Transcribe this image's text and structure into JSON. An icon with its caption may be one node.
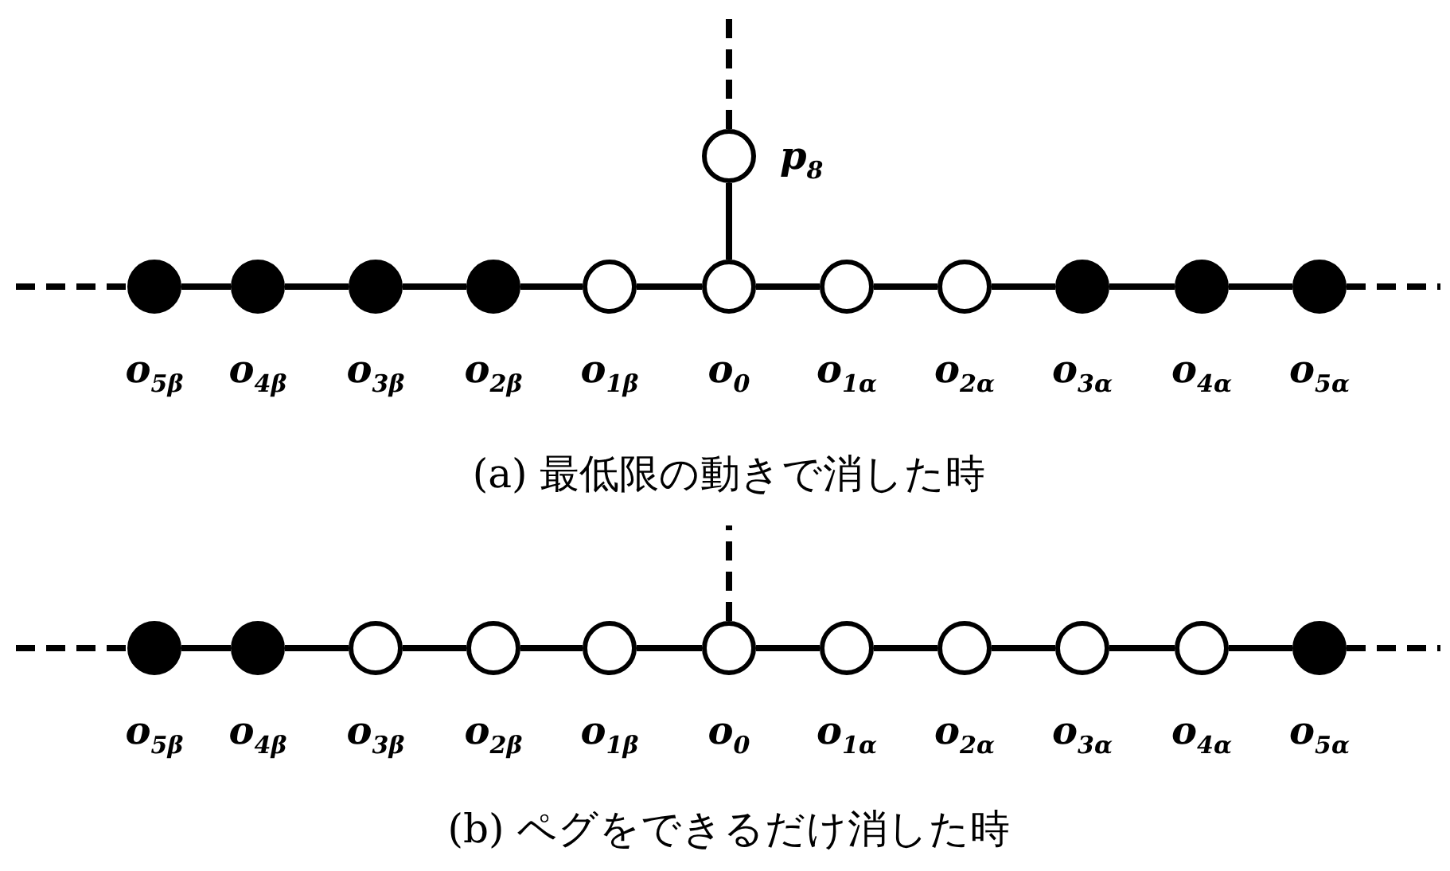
{
  "diagram": {
    "nodes": [
      {
        "text": [],
        "shape": "circle",
        "beside": [
          "p$_{8}$"
        ]
      },
      {
        "text": [],
        "shape": "circle",
        "beside": [
          "o$_{5β}$"
        ]
      },
      {
        "text": [],
        "shape": "circle",
        "beside": [
          "o$_{4β}$"
        ]
      },
      {
        "text": [],
        "shape": "circle",
        "beside": [
          "o$_{3β}$"
        ]
      },
      {
        "text": [],
        "shape": "circle",
        "beside": [
          "o$_{2β}$"
        ]
      },
      {
        "text": [],
        "shape": "circle",
        "beside": [
          "o$_{1β}$"
        ]
      },
      {
        "text": [],
        "shape": "circle",
        "beside": [
          "o$_{0}$"
        ]
      },
      {
        "text": [],
        "shape": "circle",
        "beside": [
          "o$_{1α}$"
        ]
      },
      {
        "text": [],
        "shape": "circle",
        "beside": [
          "o$_{2α}$"
        ]
      },
      {
        "text": [],
        "shape": "circle",
        "beside": [
          "o$_{3α}$"
        ]
      },
      {
        "text": [],
        "shape": "circle",
        "beside": [
          "o$_{4α}$"
        ]
      },
      {
        "text": [],
        "shape": "circle",
        "beside": [
          "o$_{5α}$"
        ]
      },
      {
        "text": [],
        "shape": "circle",
        "beside": [
          "o$_{5β}$"
        ]
      },
      {
        "text": [],
        "shape": "circle",
        "beside": [
          "o$_{4β}$"
        ]
      },
      {
        "text": [],
        "shape": "circle",
        "beside": [
          "o$_{3β}$"
        ]
      },
      {
        "text": [],
        "shape": "circle",
        "beside": [
          "o$_{2β}$"
        ]
      },
      {
        "text": [],
        "shape": "circle",
        "beside": [
          "o$_{1β}$"
        ]
      },
      {
        "text": [],
        "shape": "circle",
        "beside": [
          "o$_{0}$"
        ]
      },
      {
        "text": [],
        "shape": "circle",
        "beside": [
          "o$_{1α}$"
        ]
      },
      {
        "text": [],
        "shape": "circle",
        "beside": [
          "o$_{2α}$"
        ]
      },
      {
        "text": [],
        "shape": "circle",
        "beside": [
          "o$_{3α}$"
        ]
      },
      {
        "text": [],
        "shape": "circle",
        "beside": [
          "o$_{4α}$"
        ]
      },
      {
        "text": [],
        "shape": "circle",
        "beside": [
          "o$_{5α}$"
        ]
      }
    ],
    "edges": [
      {
        "from": null,
        "to": 1,
        "arrow": "none",
        "style": "dashed"
      },
      {
        "from": 1,
        "to": 2,
        "arrow": "none"
      },
      {
        "from": 2,
        "to": 3,
        "arrow": "none"
      },
      {
        "from": 3,
        "to": 4,
        "arrow": "none"
      },
      {
        "from": 4,
        "to": 5,
        "arrow": "none"
      },
      {
        "from": 5,
        "to": 6,
        "arrow": "none"
      },
      {
        "from": 6,
        "to": 7,
        "arrow": "none"
      },
      {
        "from": 7,
        "to": 8,
        "arrow": "none"
      },
      {
        "from": 8,
        "to": 9,
        "arrow": "none"
      },
      {
        "from": 9,
        "to": 10,
        "arrow": "none"
      },
      {
        "from": 10,
        "to": 11,
        "arrow": "none"
      },
      {
        "from": 11,
        "to": null,
        "arrow": "none",
        "style": "dashed"
      },
      {
        "from": 6,
        "to": 0,
        "arrow": "none"
      },
      {
        "from": 0,
        "to": null,
        "arrow": "none",
        "style": "dashed"
      },
      {
        "from": null,
        "to": 12,
        "arrow": "none",
        "style": "dashed"
      },
      {
        "from": 12,
        "to": 13,
        "arrow": "none"
      },
      {
        "from": 13,
        "to": 14,
        "arrow": "none"
      },
      {
        "from": 14,
        "to": 15,
        "arrow": "none"
      },
      {
        "from": 15,
        "to": 16,
        "arrow": "none"
      },
      {
        "from": 16,
        "to": 17,
        "arrow": "none"
      },
      {
        "from": 17,
        "to": 18,
        "arrow": "none"
      },
      {
        "from": 18,
        "to": 19,
        "arrow": "none"
      },
      {
        "from": 19,
        "to": 20,
        "arrow": "none"
      },
      {
        "from": 20,
        "to": 21,
        "arrow": "none"
      },
      {
        "from": 21,
        "to": 22,
        "arrow": "none"
      },
      {
        "from": 22,
        "to": null,
        "arrow": "none",
        "style": "dashed"
      },
      {
        "from": 17,
        "to": null,
        "arrow": "none",
        "style": "dashed"
      }
    ],
    "labels": [
      "(a) 最低限の動きで消した時",
      "(b) ペグをできるだけ消した時"
    ]
  }
}
